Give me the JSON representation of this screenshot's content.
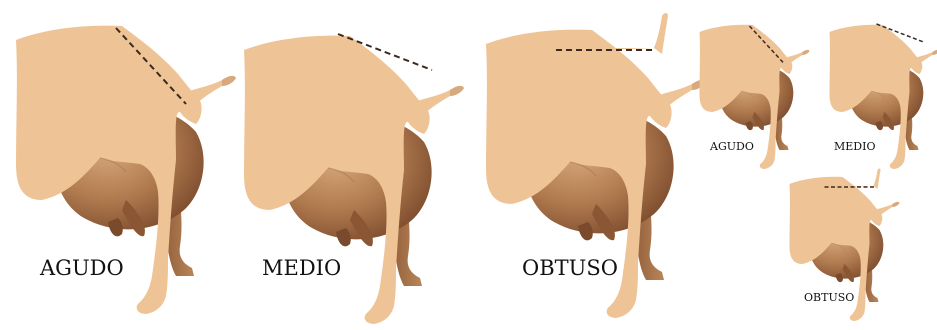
{
  "colors": {
    "body": "#eec497",
    "shade_dark": "#7a4a2c",
    "shade_mid": "#b07a4f",
    "shade_light": "#d7a97c",
    "dashed_line": "#3a2a22"
  },
  "large_figures": [
    {
      "label": "AGUDO",
      "angle_type": "acute"
    },
    {
      "label": "MEDIO",
      "angle_type": "medium"
    },
    {
      "label": "OBTUSO",
      "angle_type": "obtuse"
    }
  ],
  "small_figures": [
    {
      "label": "AGUDO",
      "angle_type": "acute"
    },
    {
      "label": "MEDIO",
      "angle_type": "medium"
    },
    {
      "label": "OBTUSO",
      "angle_type": "obtuse"
    }
  ]
}
